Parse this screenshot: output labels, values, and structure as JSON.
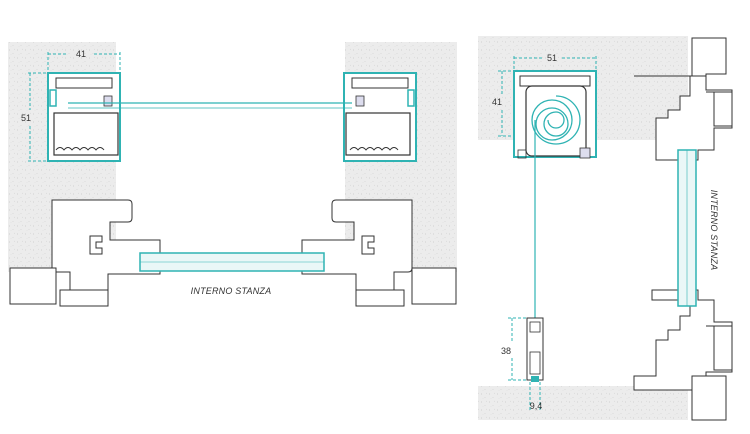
{
  "colors": {
    "accent": "#2fb3b3",
    "outline": "#333333",
    "plaster": "#ececec",
    "frame_fill": "#ffffff"
  },
  "left_view": {
    "dim_top": "41",
    "dim_side": "51",
    "room_label": "INTERNO STANZA"
  },
  "right_view": {
    "dim_top": "51",
    "dim_side": "41",
    "dim_bottom_height": "38",
    "dim_bottom_width": "9,4",
    "room_label": "INTERNO STANZA"
  }
}
